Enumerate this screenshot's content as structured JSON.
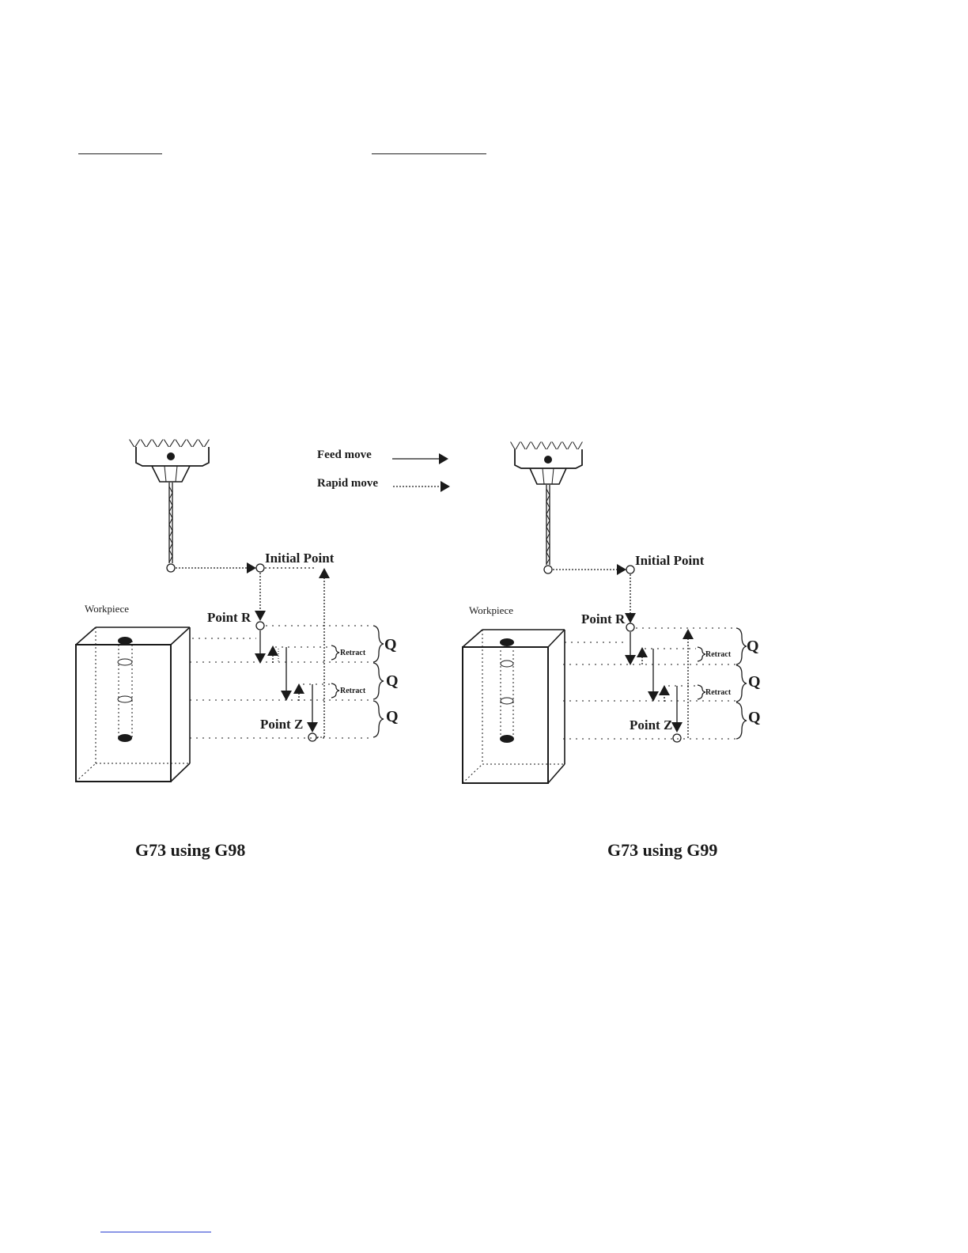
{
  "legend": {
    "feed_move": "Feed move",
    "rapid_move": "Rapid move"
  },
  "labels": {
    "initial_point": "Initial Point",
    "point_r": "Point R",
    "point_z": "Point Z",
    "workpiece": "Workpiece",
    "retract": "Retract",
    "q": "Q"
  },
  "captions": {
    "left": "G73 using G98",
    "right": "G73 using G99"
  }
}
